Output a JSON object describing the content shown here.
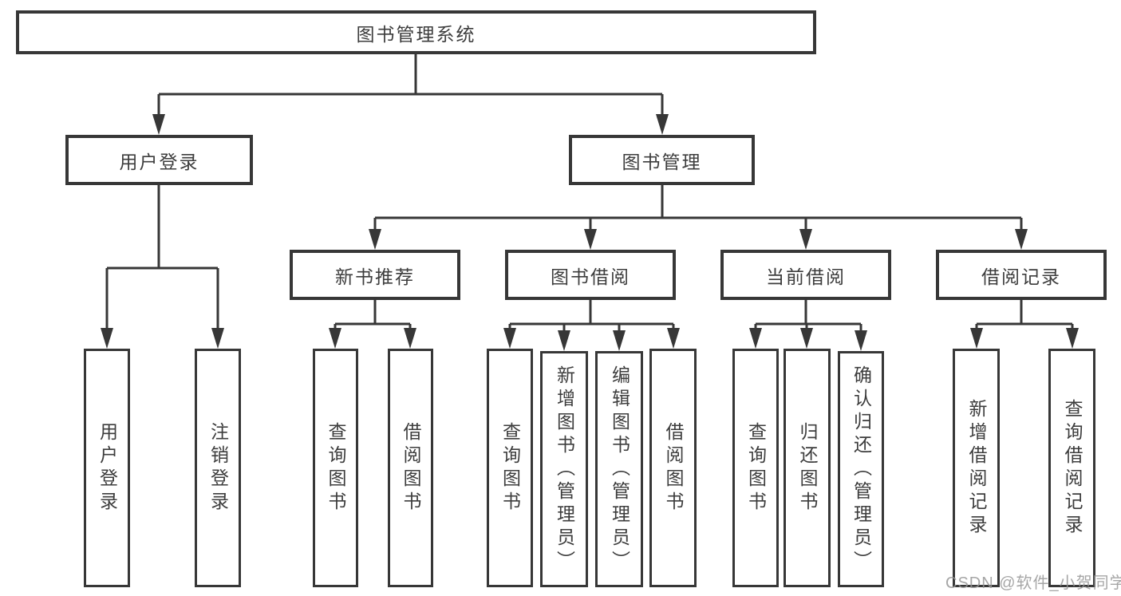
{
  "diagram": {
    "colors": {
      "line": "#373737",
      "text": "#3d3d3d",
      "box_bg": "#ffffff",
      "watermark": "#969696"
    },
    "watermark": "CSDN @软件_小贺同学",
    "nodes": {
      "root": {
        "label": "图书管理系统"
      },
      "user_login": {
        "label": "用户登录"
      },
      "book_mgmt": {
        "label": "图书管理"
      },
      "new_book_rec": {
        "label": "新书推荐"
      },
      "book_borrow": {
        "label": "图书借阅"
      },
      "current_borrow": {
        "label": "当前借阅"
      },
      "borrow_records": {
        "label": "借阅记录"
      },
      "leaf_user_login": {
        "label": "用户登录"
      },
      "leaf_logout": {
        "label": "注销登录"
      },
      "leaf_query_book_1": {
        "label": "查询图书"
      },
      "leaf_borrow_book_1": {
        "label": "借阅图书"
      },
      "leaf_query_book_2": {
        "label": "查询图书"
      },
      "leaf_add_book": {
        "label": "新增图书（管理员）"
      },
      "leaf_edit_book": {
        "label": "编辑图书（管理员）"
      },
      "leaf_borrow_book_2": {
        "label": "借阅图书"
      },
      "leaf_query_book_3": {
        "label": "查询图书"
      },
      "leaf_return_book": {
        "label": "归还图书"
      },
      "leaf_confirm_return": {
        "label": "确认归还（管理员）"
      },
      "leaf_add_record": {
        "label": "新增借阅记录"
      },
      "leaf_query_record": {
        "label": "查询借阅记录"
      }
    }
  }
}
